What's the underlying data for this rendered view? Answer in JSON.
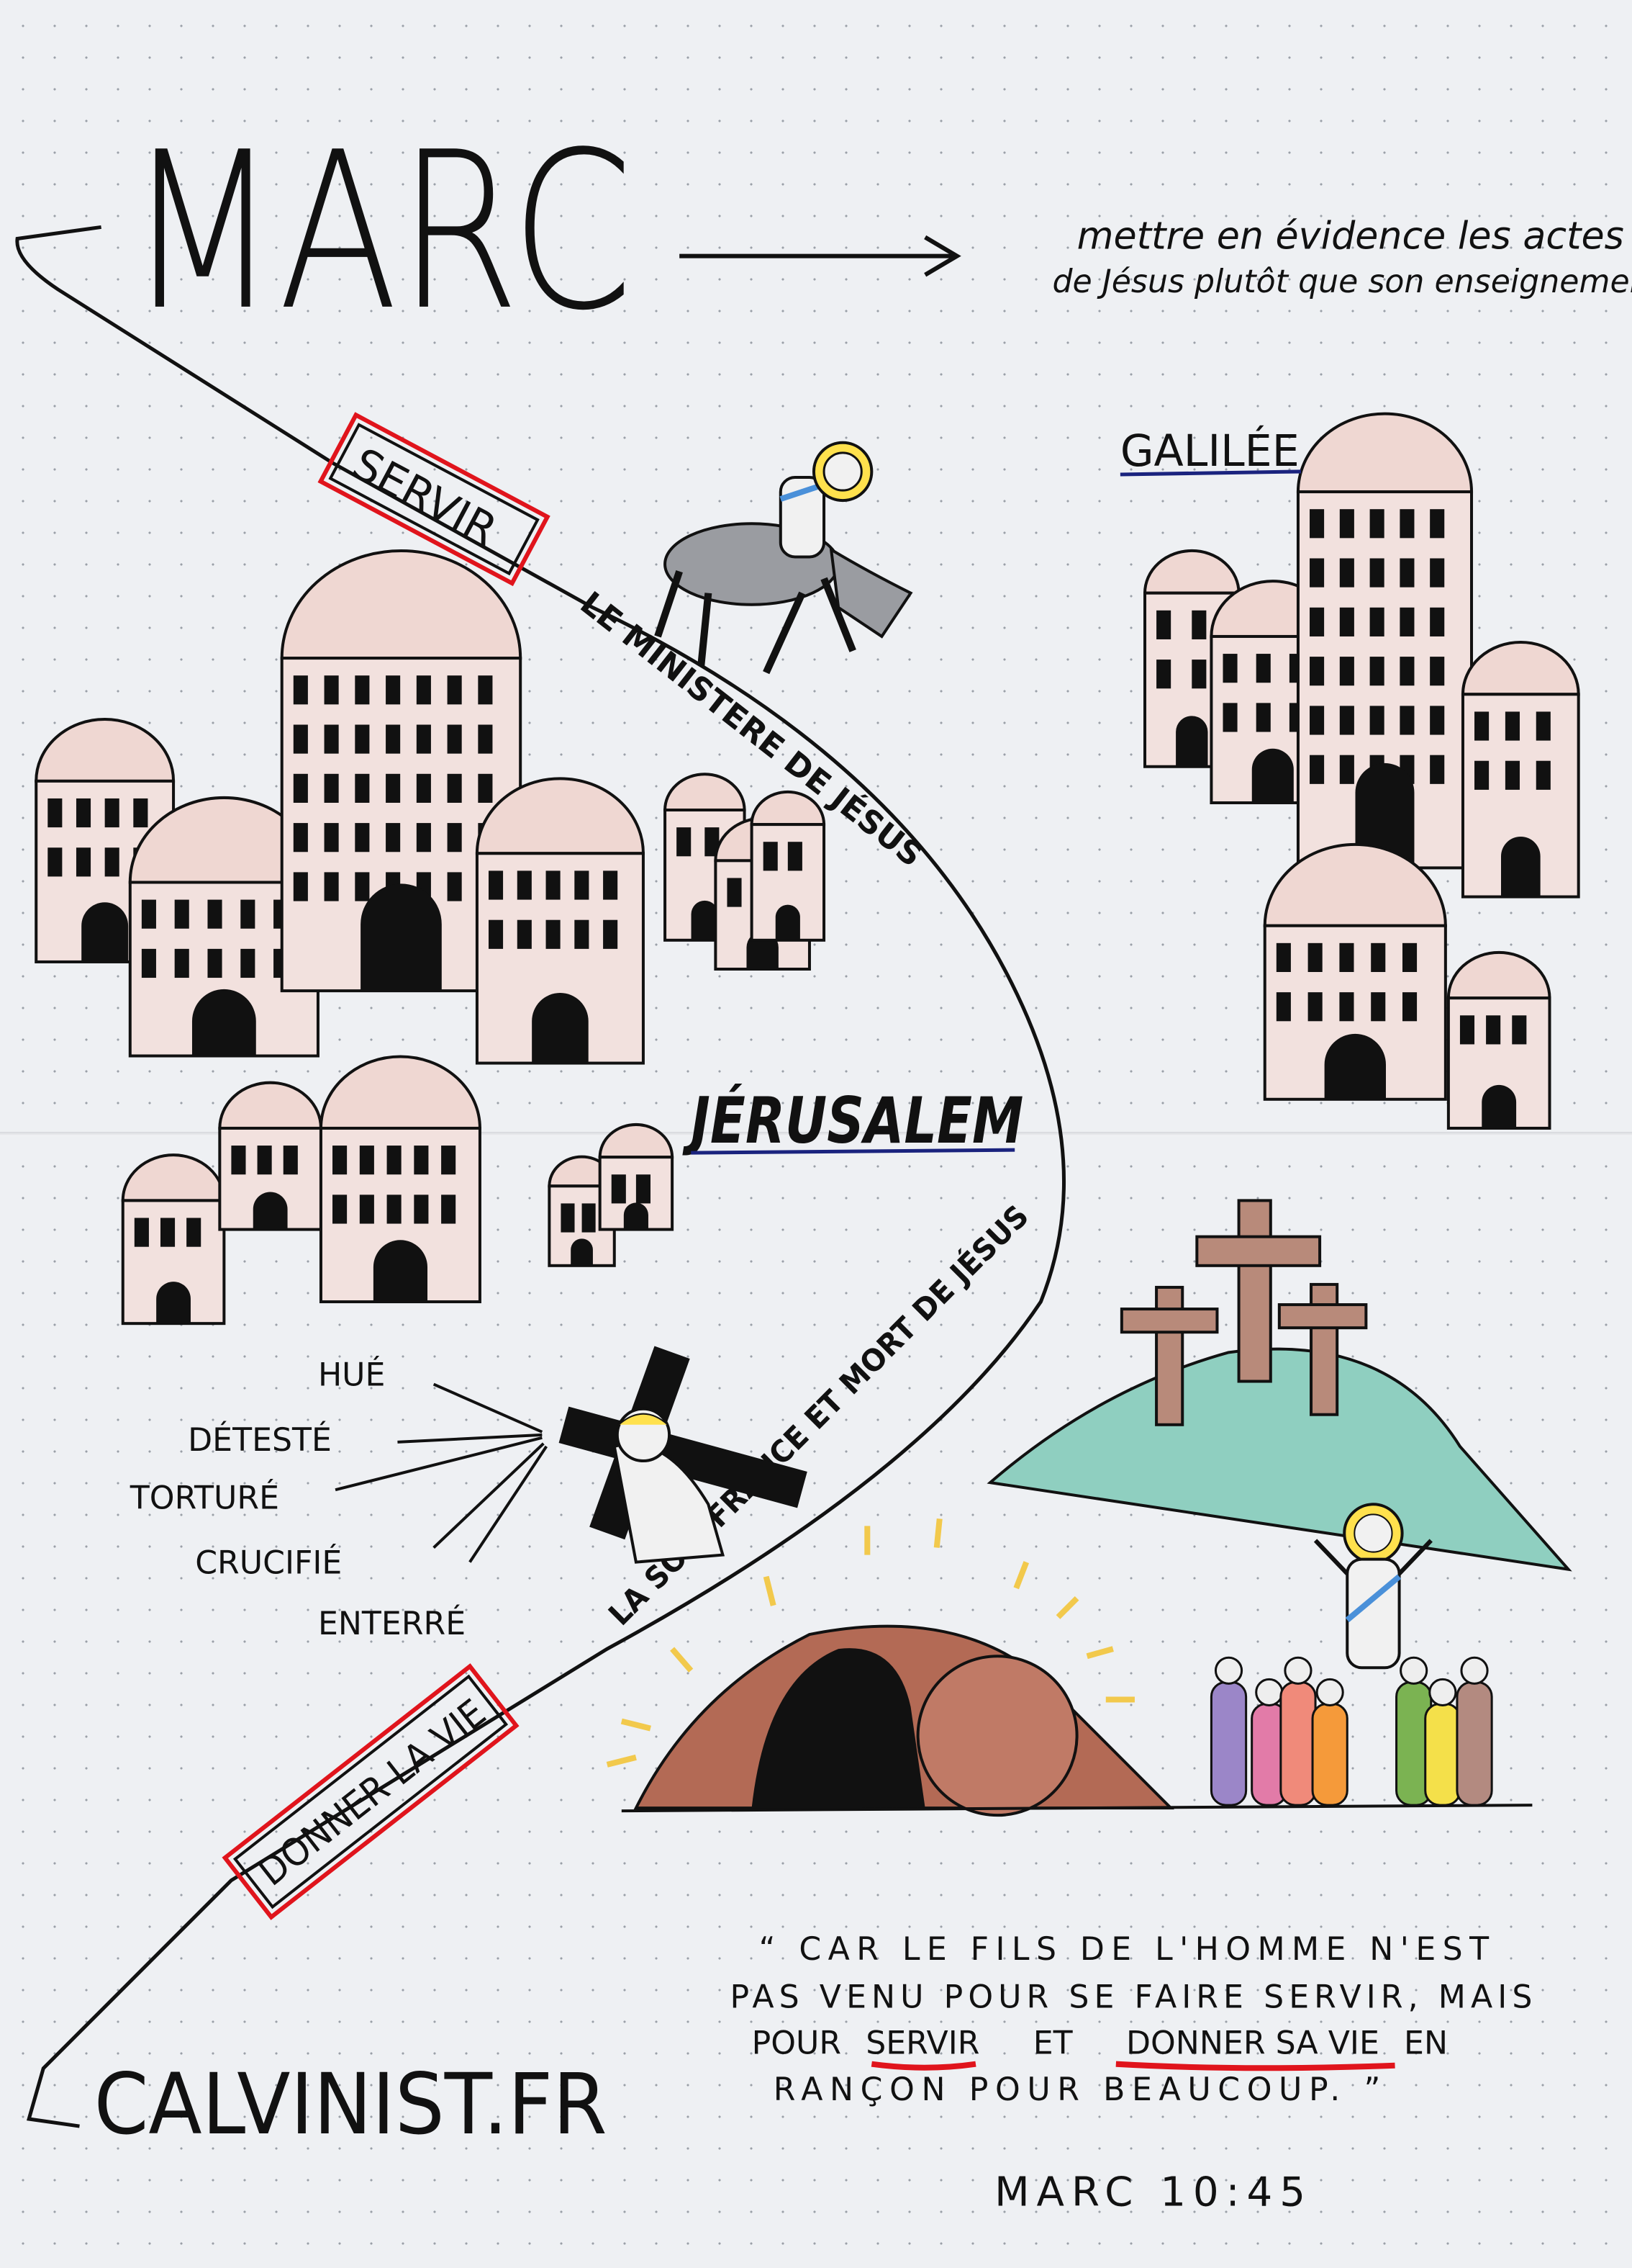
{
  "title": "MARC",
  "subtitle": {
    "line1": "mettre en évidence les actes",
    "line2": "de Jésus plutôt que son enseignemen"
  },
  "places": {
    "galilee": "GALILÉE",
    "jerusalem": "JÉRUSALEM"
  },
  "path_labels": {
    "servir": "SERVIR",
    "ministry": "LE MINISTERE DE JÉSUS",
    "suffering": "LA SOUFFRANCE ET MORT DE JÉSUS",
    "donner": "DONNER LA VIE"
  },
  "sufferings": [
    "HUÉ",
    "DÉTESTÉ",
    "TORTURÉ",
    "CRUCIFIÉ",
    "ENTERRÉ"
  ],
  "quote": {
    "line1": "“ CAR LE FILS DE L'HOMME N'EST",
    "line2": "PAS VENU POUR SE FAIRE SERVIR, MAIS",
    "line3a": "POUR",
    "line3b": "SERVIR",
    "line3c": "ET",
    "line3d": "DONNER SA VIE",
    "line3e": "EN",
    "line4": "RANÇON POUR BEAUCOUP. ”",
    "reference": "MARC 10:45"
  },
  "watermark": "CALVINIST.FR",
  "colors": {
    "ink": "#111111",
    "red": "#e0141c",
    "blue": "#1a237e",
    "hill": "#8fcfc0",
    "tomb": "#b36a55",
    "wall": "#f2d9d4"
  }
}
